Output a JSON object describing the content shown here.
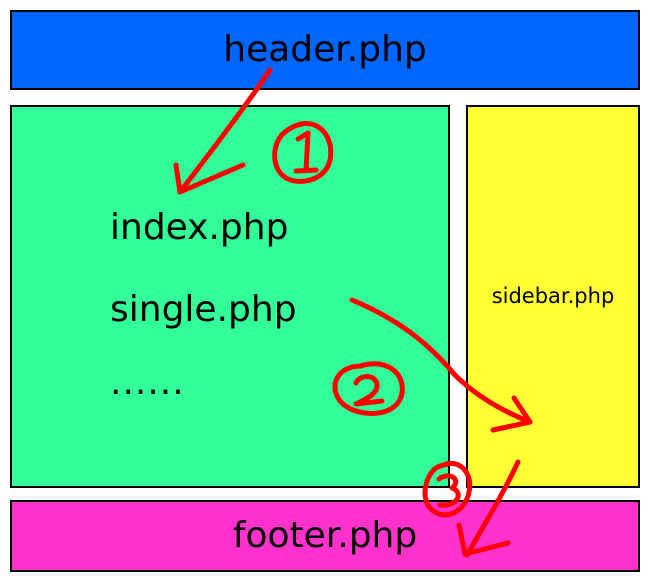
{
  "colors": {
    "header": "#0066FF",
    "main": "#33FF99",
    "sidebar": "#FFFF33",
    "footer": "#FF33CC",
    "annotation": "#FF0000"
  },
  "header": {
    "label": "header.php"
  },
  "main": {
    "items": [
      "index.php",
      "single.php",
      "......"
    ]
  },
  "sidebar": {
    "label": "sidebar.php"
  },
  "footer": {
    "label": "footer.php"
  },
  "annotations": {
    "steps": [
      "1",
      "2",
      "3"
    ]
  }
}
